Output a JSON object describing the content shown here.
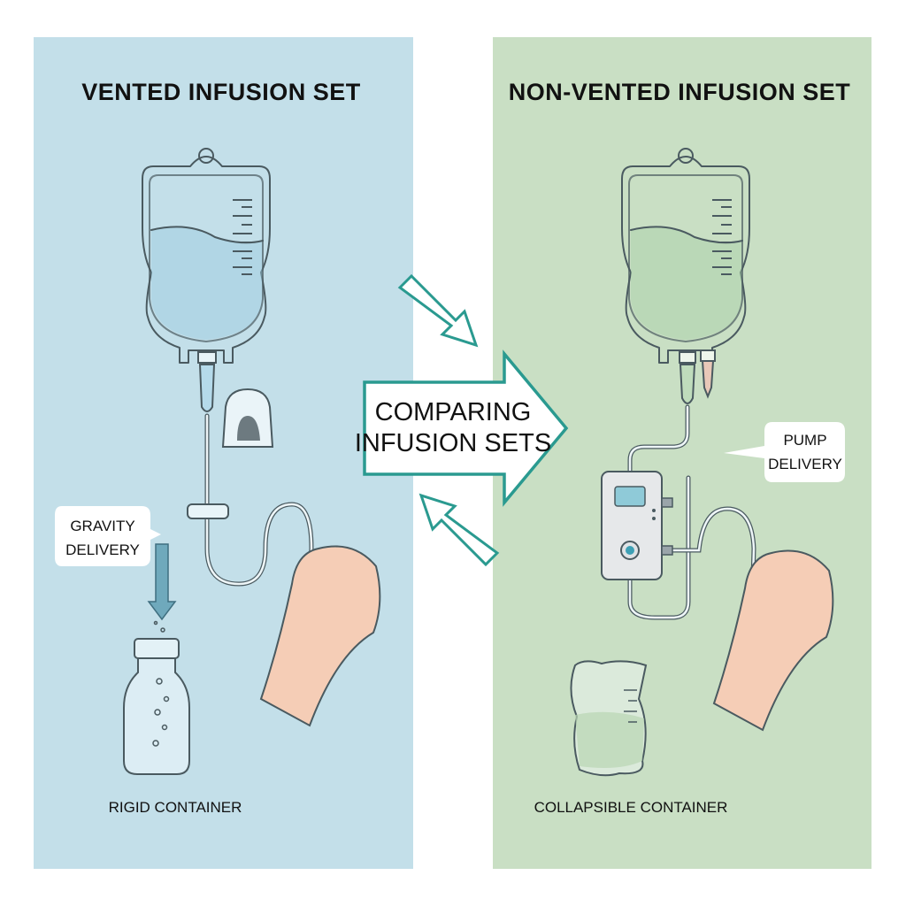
{
  "left_panel": {
    "title": "VENTED INFUSION SET",
    "callout": [
      "GRAVITY",
      "DELIVERY"
    ],
    "container_label": "RIGID CONTAINER",
    "background": "#c3dfe9"
  },
  "right_panel": {
    "title": "NON-VENTED INFUSION SET",
    "callout": [
      "PUMP",
      "DELIVERY"
    ],
    "container_label": "COLLAPSIBLE CONTAINER",
    "background": "#c9dfc4"
  },
  "center": {
    "label": [
      "COMPARING",
      "INFUSION SETS"
    ],
    "accent": "#2a9a90"
  }
}
